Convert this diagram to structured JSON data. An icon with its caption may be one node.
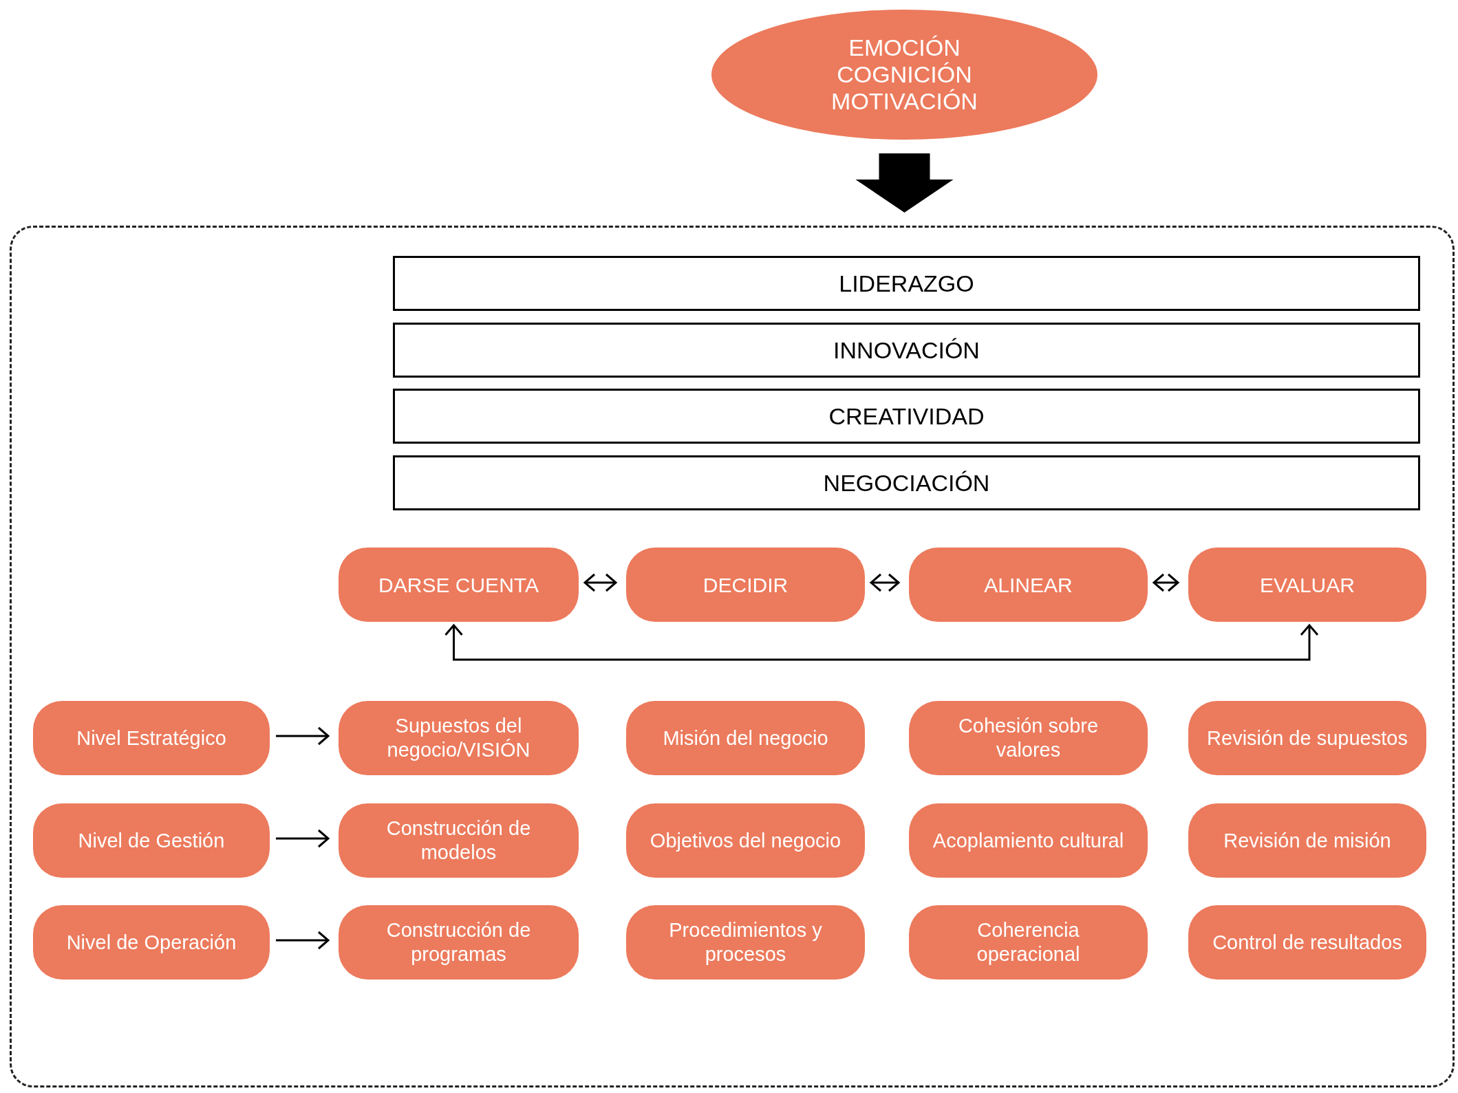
{
  "diagram": {
    "nodes": [
      {
        "text": [
          "EMOCIÓN",
          "COGNICIÓN",
          "MOTIVACIÓN"
        ]
      },
      {
        "text": [],
        "shape": "box"
      },
      {
        "text": [
          "LIDERAZGO"
        ],
        "in": 1
      },
      {
        "text": [
          "INNOVACIÓN"
        ],
        "in": 1
      },
      {
        "text": [
          "CREATIVIDAD"
        ],
        "in": 1
      },
      {
        "text": [
          "NEGOCIACIÓN"
        ],
        "in": 1
      },
      {
        "text": [
          "DARSE CUENTA"
        ],
        "in": 1
      },
      {
        "text": [
          "DECIDIR"
        ],
        "in": 1
      },
      {
        "text": [
          "ALINEAR"
        ],
        "in": 1
      },
      {
        "text": [
          "EVALUAR"
        ],
        "in": 1
      },
      {
        "text": [
          "Nivel Estratégico"
        ],
        "in": 1
      },
      {
        "text": [
          "Supuestos del negocio/VISIÓN"
        ],
        "in": 1
      },
      {
        "text": [
          "Misión del negocio"
        ],
        "in": 1
      },
      {
        "text": [
          "Cohesión sobre valores"
        ],
        "in": 1
      },
      {
        "text": [
          "Revisión de supuestos"
        ],
        "in": 1
      },
      {
        "text": [
          "Nivel de Gestión"
        ],
        "in": 1
      },
      {
        "text": [
          "Construcción de modelos"
        ],
        "in": 1
      },
      {
        "text": [
          "Objetivos del negocio"
        ],
        "in": 1
      },
      {
        "text": [
          "Acoplamiento cultural"
        ],
        "in": 1
      },
      {
        "text": [
          "Revisión de misión"
        ],
        "in": 1
      },
      {
        "text": [
          "Nivel de Operación"
        ],
        "in": 1
      },
      {
        "text": [
          "Construcción de programas"
        ],
        "in": 1
      },
      {
        "text": [
          "Procedimientos y procesos"
        ],
        "in": 1
      },
      {
        "text": [
          "Coherencia operacional"
        ],
        "in": 1
      },
      {
        "text": [
          "Control de resultados"
        ],
        "in": 1
      }
    ],
    "edges": [
      {
        "from": 0,
        "to": 1,
        "arrow": "to",
        "style": "thick"
      },
      {
        "from": 6,
        "to": 7,
        "arrow": "both"
      },
      {
        "from": 7,
        "to": 8,
        "arrow": "both"
      },
      {
        "from": 8,
        "to": 9,
        "arrow": "both"
      },
      {
        "from": 9,
        "to": 6,
        "arrow": "both"
      },
      {
        "from": 10,
        "to": 11,
        "arrow": "to"
      },
      {
        "from": 15,
        "to": 16,
        "arrow": "to"
      },
      {
        "from": 20,
        "to": 21,
        "arrow": "to"
      }
    ]
  }
}
